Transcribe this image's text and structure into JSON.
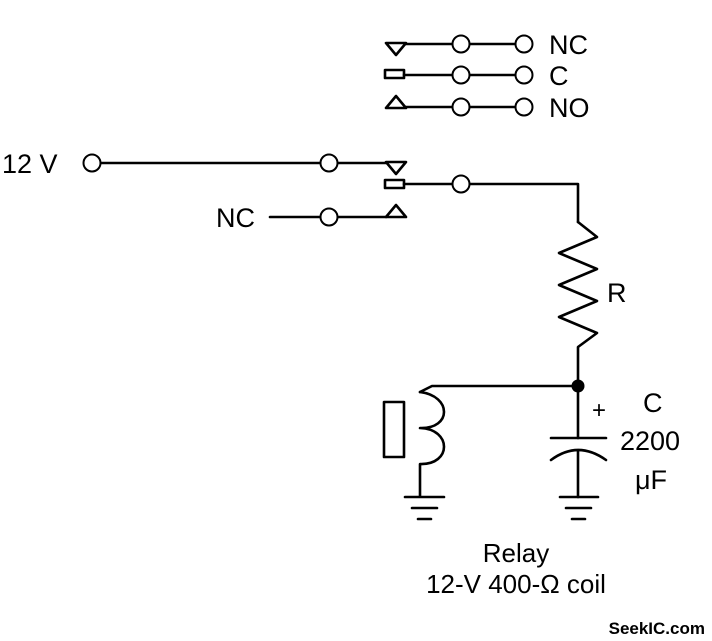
{
  "legend": {
    "nc": "NC",
    "c": "C",
    "no": "NO"
  },
  "input_label": "12 V",
  "nc_label": "NC",
  "resistor_label": "R",
  "capacitor": {
    "name": "C",
    "value": "2200",
    "unit": "μF",
    "polarity": "+"
  },
  "caption": {
    "line1": "Relay",
    "line2": "12-V 400-Ω coil"
  },
  "watermark": "SeekIC.com"
}
